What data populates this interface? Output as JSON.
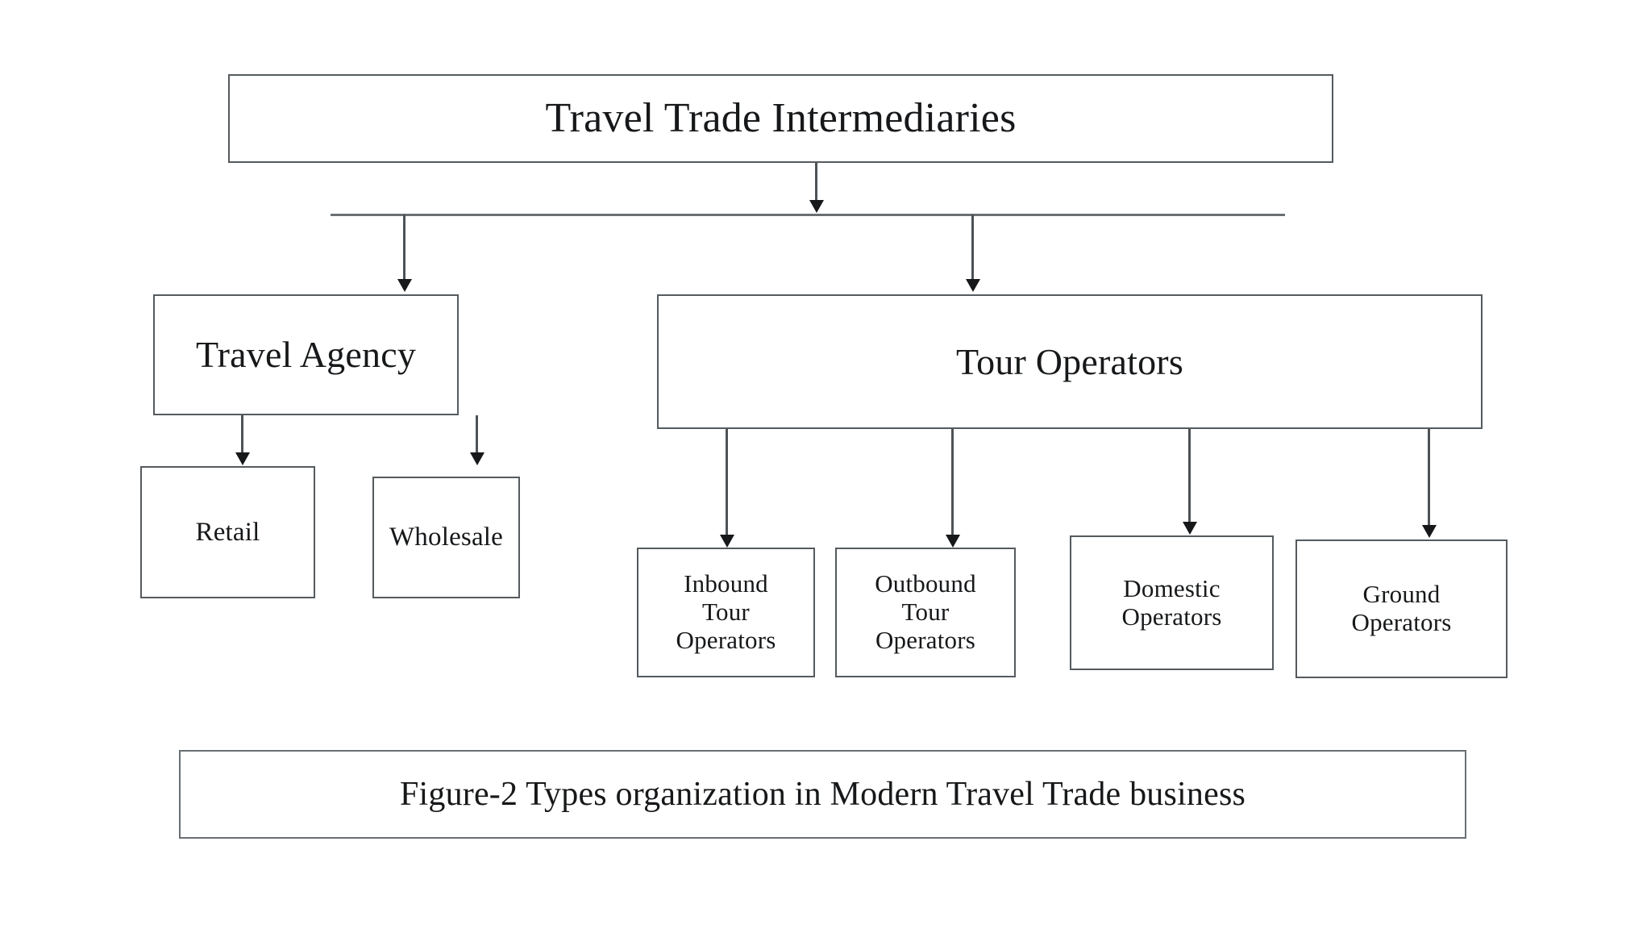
{
  "diagram": {
    "type": "org-hierarchy-flowchart",
    "root": {
      "label": "Travel Trade Intermediaries"
    },
    "level1": [
      {
        "label": "Travel Agency"
      },
      {
        "label": "Tour Operators"
      }
    ],
    "travel_agency_children": [
      {
        "label": "Retail"
      },
      {
        "label": "Wholesale"
      }
    ],
    "tour_operator_children": [
      {
        "label": "Inbound\nTour\nOperators"
      },
      {
        "label": "Outbound\nTour\nOperators"
      },
      {
        "label": "Domestic\nOperators"
      },
      {
        "label": "Ground\nOperators"
      }
    ],
    "caption": "Figure-2 Types organization in Modern Travel Trade business",
    "colors": {
      "background": "#ffffff",
      "box_border": "#555a5e",
      "connector": "#6a6f73",
      "text": "#16181a"
    }
  }
}
